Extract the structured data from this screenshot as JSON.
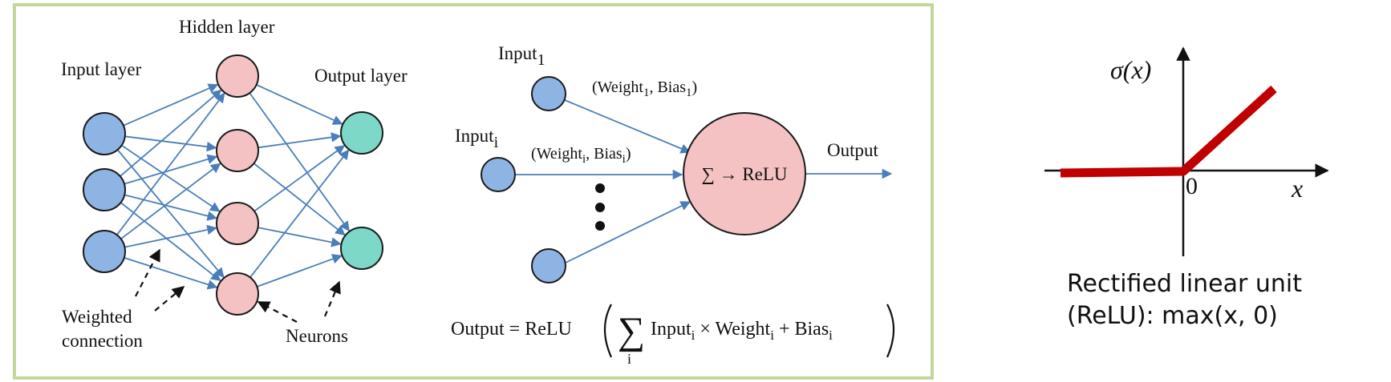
{
  "colors": {
    "frame": "#c3d69b",
    "connection": "#4a7ebb",
    "input_neuron": "#8eb4e3",
    "hidden_neuron": "#f4c2c2",
    "output_neuron": "#7dd8c8",
    "neuron_stroke": "#1a1a1a",
    "relu_line": "#c00000",
    "axis": "#111111"
  },
  "network": {
    "hidden_layer_label": "Hidden layer",
    "input_layer_label": "Input layer",
    "output_layer_label": "Output layer",
    "weighted_connection_label_line1": "Weighted",
    "weighted_connection_label_line2": "connection",
    "neurons_label": "Neurons",
    "layers": [
      {
        "name": "input",
        "neurons": 3
      },
      {
        "name": "hidden",
        "neurons": 4
      },
      {
        "name": "output",
        "neurons": 2
      }
    ]
  },
  "neuron_detail": {
    "input_1_label": "Input",
    "input_1_sub": "1",
    "input_i_label": "Input",
    "input_i_sub": "i",
    "weight_1_label": "(Weight",
    "weight_1_sub": "1",
    "bias_1_label": ", Bias",
    "bias_1_sub": "1",
    "close_paren": ")",
    "weight_i_label": "(Weight",
    "weight_i_sub": "i",
    "bias_i_label": ", Bias",
    "bias_i_sub": "i",
    "neuron_text": "∑ → ReLU",
    "output_label": "Output"
  },
  "formula": {
    "lhs": "Output = ReLU",
    "sigma": "∑",
    "sum_index": "i",
    "term1": "Input",
    "term1_sub": "i",
    "times": " × Weight",
    "term2_sub": "i",
    "plus": " + Bias",
    "term3_sub": "i"
  },
  "relu_plot": {
    "y_axis_label": "σ(x)",
    "x_axis_label": "x",
    "origin_label": "0",
    "caption_line1": "Rectified linear unit",
    "caption_line2": "(ReLU): max(x, 0)"
  }
}
